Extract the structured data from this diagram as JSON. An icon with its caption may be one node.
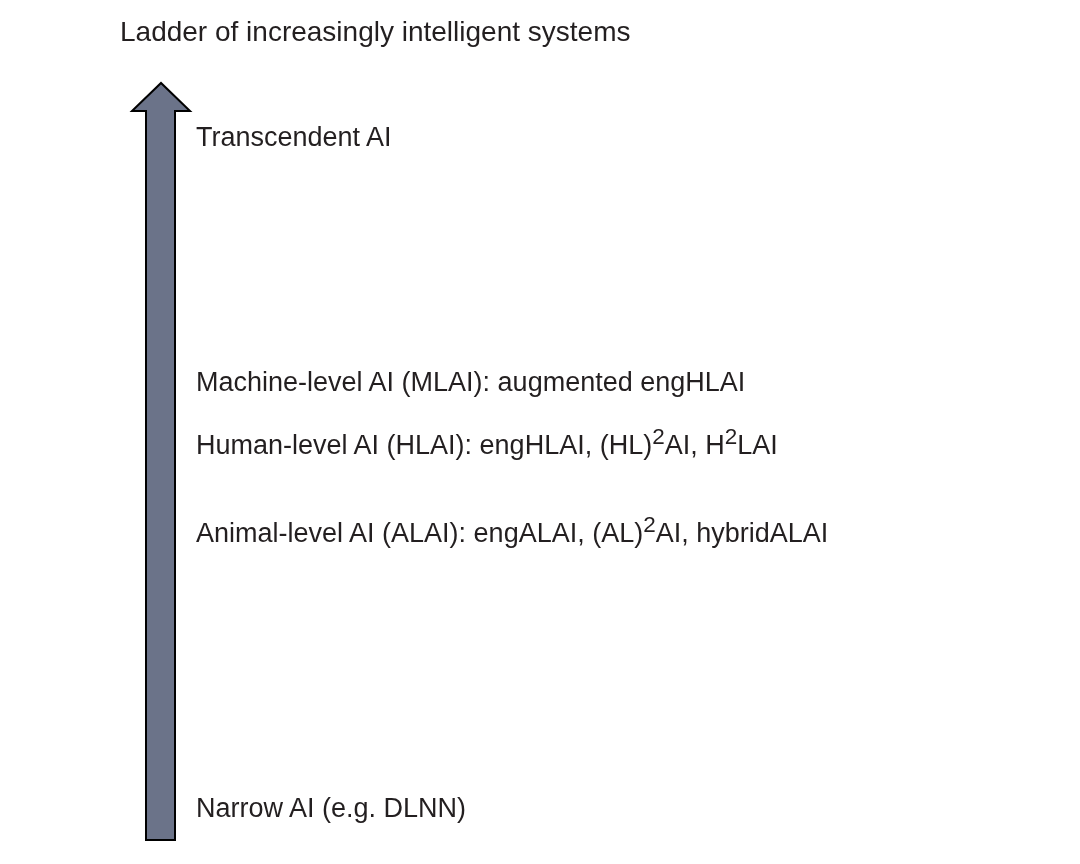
{
  "diagram": {
    "title": "Ladder of increasingly intelligent systems",
    "labels": [
      "Transcendent AI",
      "Machine-level AI (MLAI): augmented engHLAI",
      "Human-level AI (HLAI): engHLAI, (HL)$^{2}$AI, H$^{2}$LAI",
      "Animal-level AI (ALAI): engALAI, (AL)$^{2}$AI, hybridALAI",
      "Narrow AI (e.g. DLNN)"
    ]
  }
}
